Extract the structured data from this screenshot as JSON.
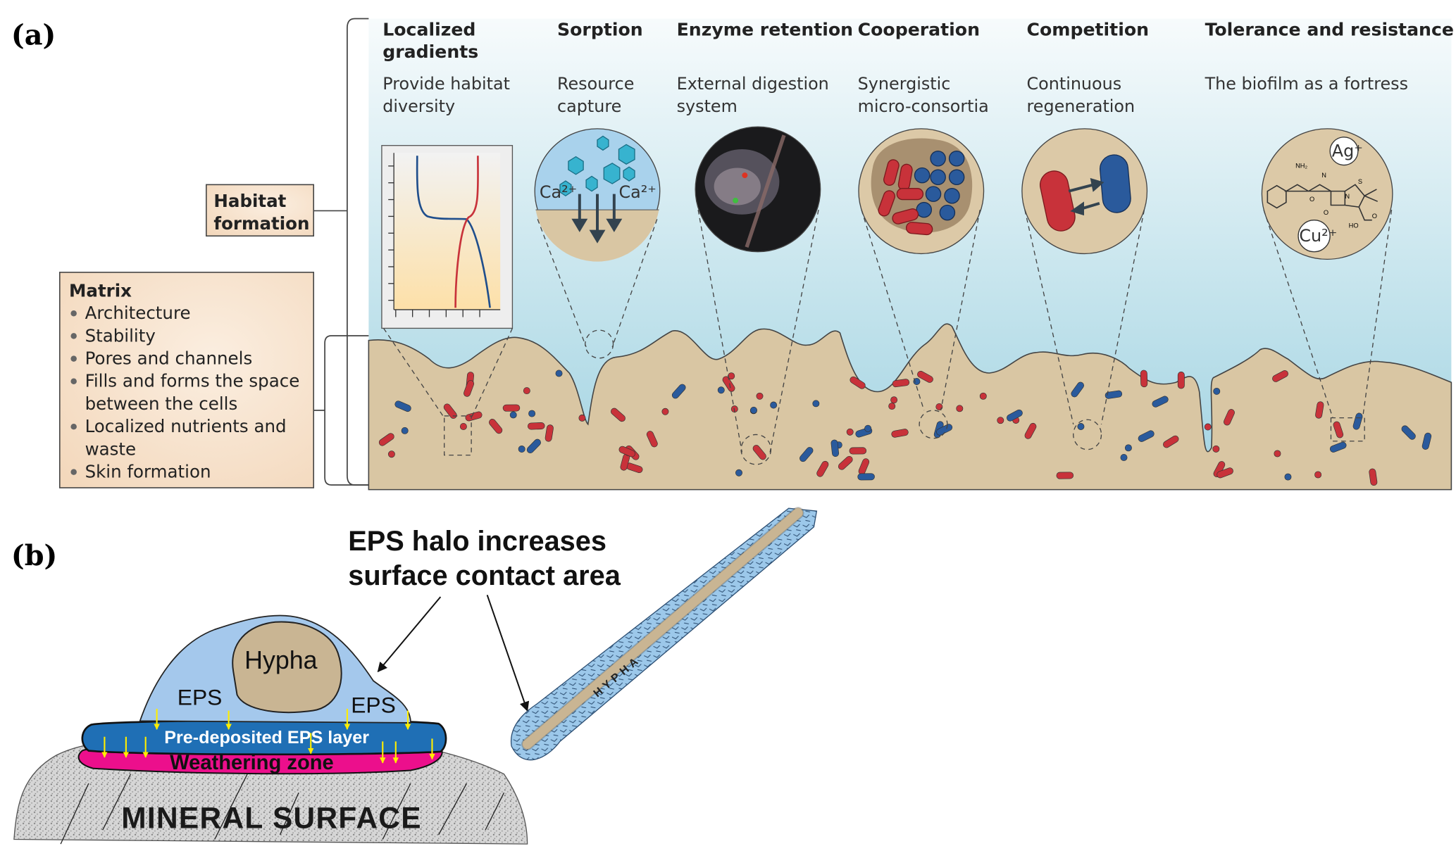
{
  "panel_a": {
    "label": "(a)",
    "habitat_box": {
      "line1": "Habitat",
      "line2": "formation"
    },
    "matrix_box": {
      "title": "Matrix",
      "items": [
        "Architecture",
        "Stability",
        "Pores and channels",
        "Fills and forms the space",
        "between the cells",
        "Localized nutrients and",
        "waste",
        "Skin formation"
      ]
    },
    "columns": [
      {
        "heading": [
          "Localized",
          "gradients"
        ],
        "subtitle": [
          "Provide habitat",
          "diversity"
        ]
      },
      {
        "heading": [
          "Sorption"
        ],
        "subtitle": [
          "Resource",
          "capture"
        ]
      },
      {
        "heading": [
          "Enzyme retention"
        ],
        "subtitle": [
          "External digestion",
          "system"
        ]
      },
      {
        "heading": [
          "Cooperation"
        ],
        "subtitle": [
          "Synergistic",
          "micro-consortia"
        ]
      },
      {
        "heading": [
          "Competition"
        ],
        "subtitle": [
          "Continuous",
          "regeneration"
        ]
      },
      {
        "heading": [
          "Tolerance and resistance"
        ],
        "subtitle": [
          "The biofilm as a fortress"
        ]
      }
    ],
    "sorption_ions": [
      "Ca²⁺",
      "Ca²⁺"
    ],
    "tolerance_ions": [
      "Ag⁺",
      "Cu²⁺"
    ],
    "molecule_labels": [
      "NH₂",
      "N",
      "S",
      "N",
      "O",
      "O",
      "HO",
      "O"
    ],
    "colors": {
      "biofilm": "#d9c6a3",
      "water_top": "#f4f9fb",
      "water_bottom": "#a8d6e3",
      "red_cell": "#c8323a",
      "blue_cell": "#2a5a9c",
      "box_fill": "#f5dcc3"
    }
  },
  "panel_b": {
    "label": "(b)",
    "title": [
      "EPS halo increases",
      "surface contact area"
    ],
    "hypha_label": "Hypha",
    "eps_labels": [
      "EPS",
      "EPS"
    ],
    "pre_deposited_label": "Pre-deposited EPS layer",
    "weathering_label": "Weathering zone",
    "mineral_label": "MINERAL SURFACE",
    "diagonal_hypha_label": "HYPHA",
    "colors": {
      "eps": "#a4c8ec",
      "hypha": "#c9b593",
      "pre_deposited": "#1f6fb5",
      "weathering": "#ec0f8c",
      "arrow": "#ffee00",
      "mineral": "#d0d0d0"
    }
  }
}
